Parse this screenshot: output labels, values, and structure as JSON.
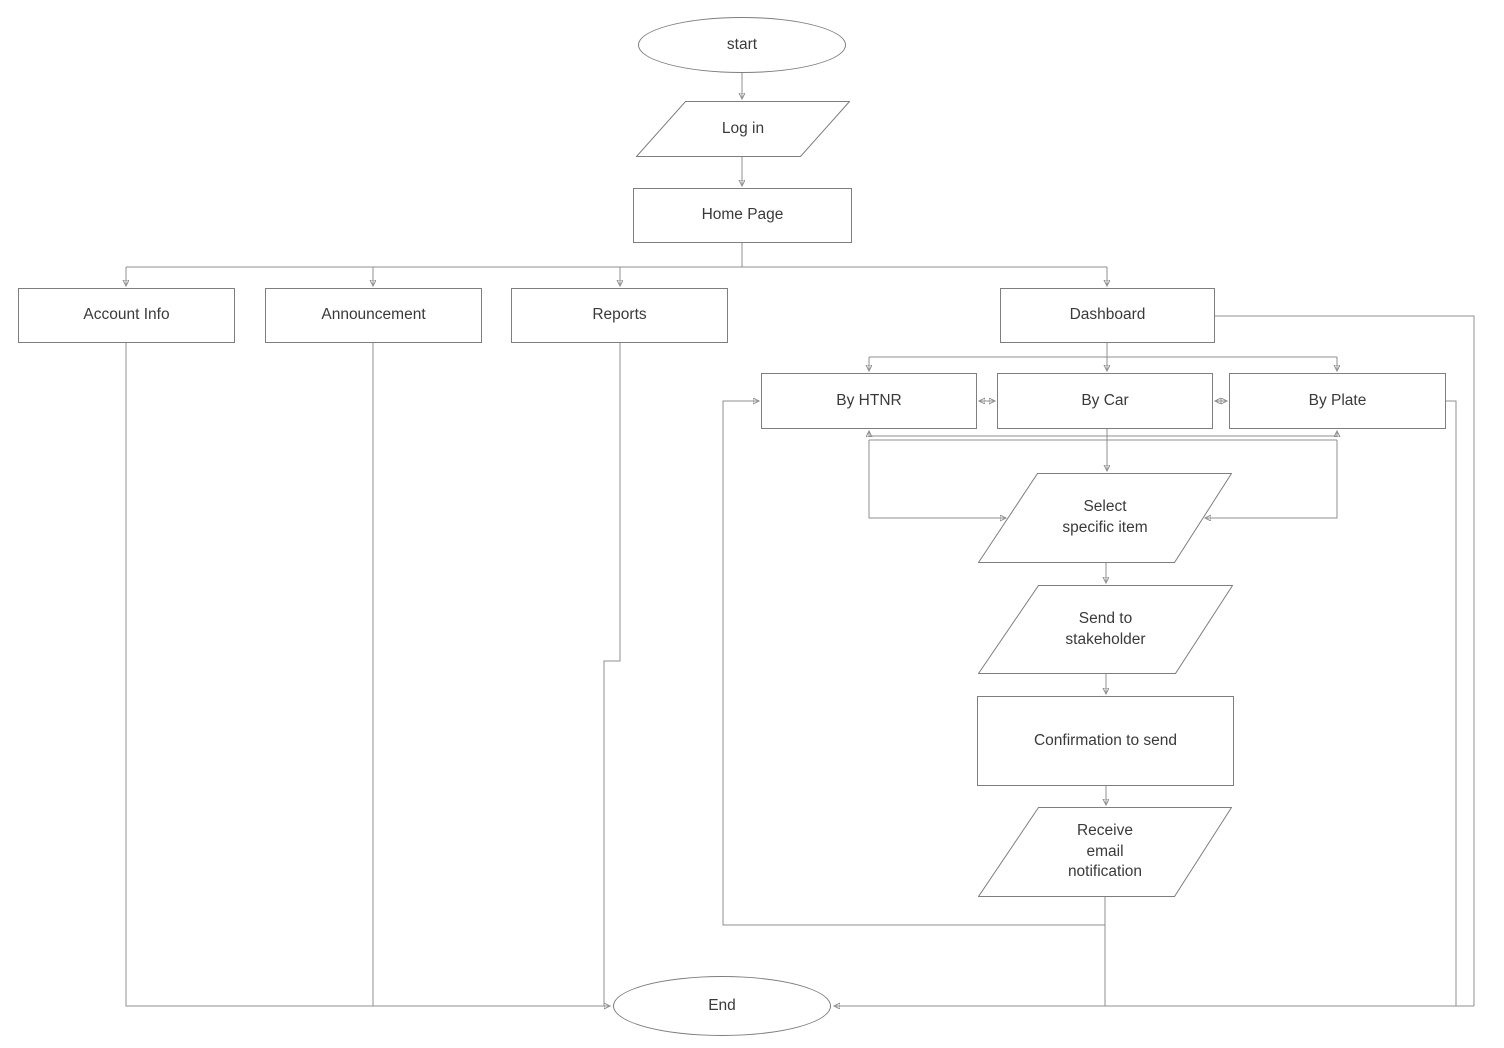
{
  "diagram": {
    "title": "flowchart",
    "nodes": {
      "start": {
        "label": "start",
        "shape": "ellipse"
      },
      "login": {
        "label": "Log in",
        "shape": "parallelogram"
      },
      "homepage": {
        "label": "Home Page",
        "shape": "rectangle"
      },
      "account": {
        "label": "Account Info",
        "shape": "rectangle"
      },
      "announcement": {
        "label": "Announcement",
        "shape": "rectangle"
      },
      "reports": {
        "label": "Reports",
        "shape": "rectangle"
      },
      "dashboard": {
        "label": "Dashboard",
        "shape": "rectangle"
      },
      "byhtnr": {
        "label": "By HTNR",
        "shape": "rectangle"
      },
      "bycar": {
        "label": "By Car",
        "shape": "rectangle"
      },
      "byplate": {
        "label": "By Plate",
        "shape": "rectangle"
      },
      "select": {
        "label": "Select\nspecific item",
        "shape": "parallelogram"
      },
      "send": {
        "label": "Send to\nstakeholder",
        "shape": "parallelogram"
      },
      "confirm": {
        "label": "Confirmation to send",
        "shape": "rectangle"
      },
      "receive": {
        "label": "Receive\nemail\nnotification",
        "shape": "parallelogram"
      },
      "end": {
        "label": "End",
        "shape": "ellipse"
      }
    },
    "colors": {
      "background": "#ffffff",
      "edge_stroke": "#8f8f8f",
      "node_border": "#7e7e7e",
      "arrowhead": "#4d4d4d",
      "text": "#3a3a3a"
    }
  }
}
